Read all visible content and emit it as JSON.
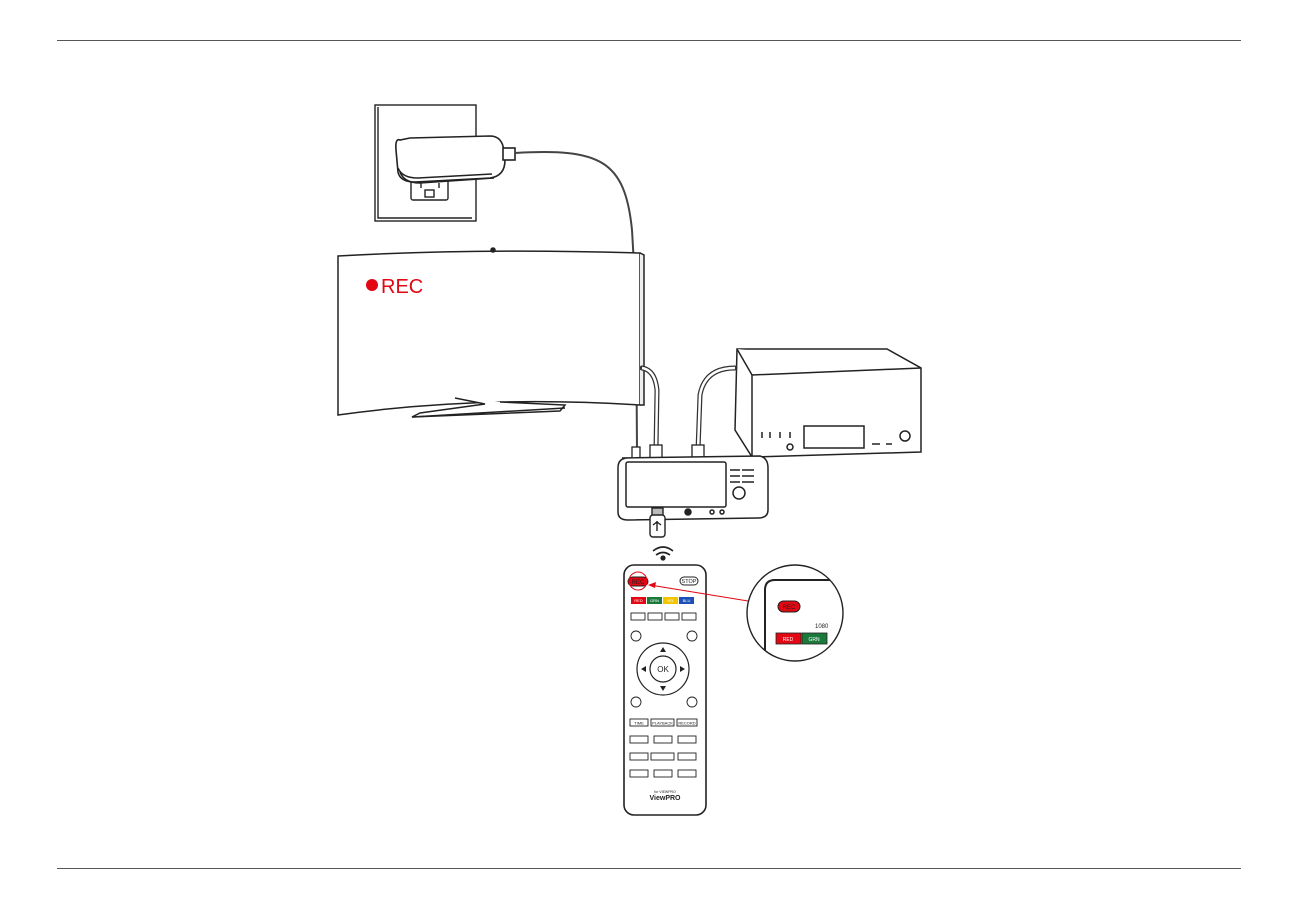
{
  "tv_screen": {
    "rec_label": "REC"
  },
  "remote": {
    "rec_button": "REC",
    "stop_button": "STOP",
    "color_row": [
      "RED",
      "GRN",
      "YEL",
      "BLU"
    ],
    "ok_button": "OK",
    "mode_row": [
      "TIME",
      "PLAYBACK",
      "RECORD"
    ],
    "brand_small": "for VIEWPRO",
    "brand": "ViewPRO"
  },
  "zoom_inset": {
    "rec_button": "REC",
    "resolution": "1080",
    "color_labels": [
      "RED",
      "GRN"
    ]
  },
  "colors": {
    "rec_red": "#e30613",
    "line": "#222222",
    "callout_arrow": "#e30613"
  },
  "icons": [
    "wall-outlet",
    "power-adapter",
    "curved-tv",
    "video-recorder",
    "source-box",
    "usb-stick",
    "wifi-icon",
    "remote-control",
    "zoom-magnifier"
  ]
}
